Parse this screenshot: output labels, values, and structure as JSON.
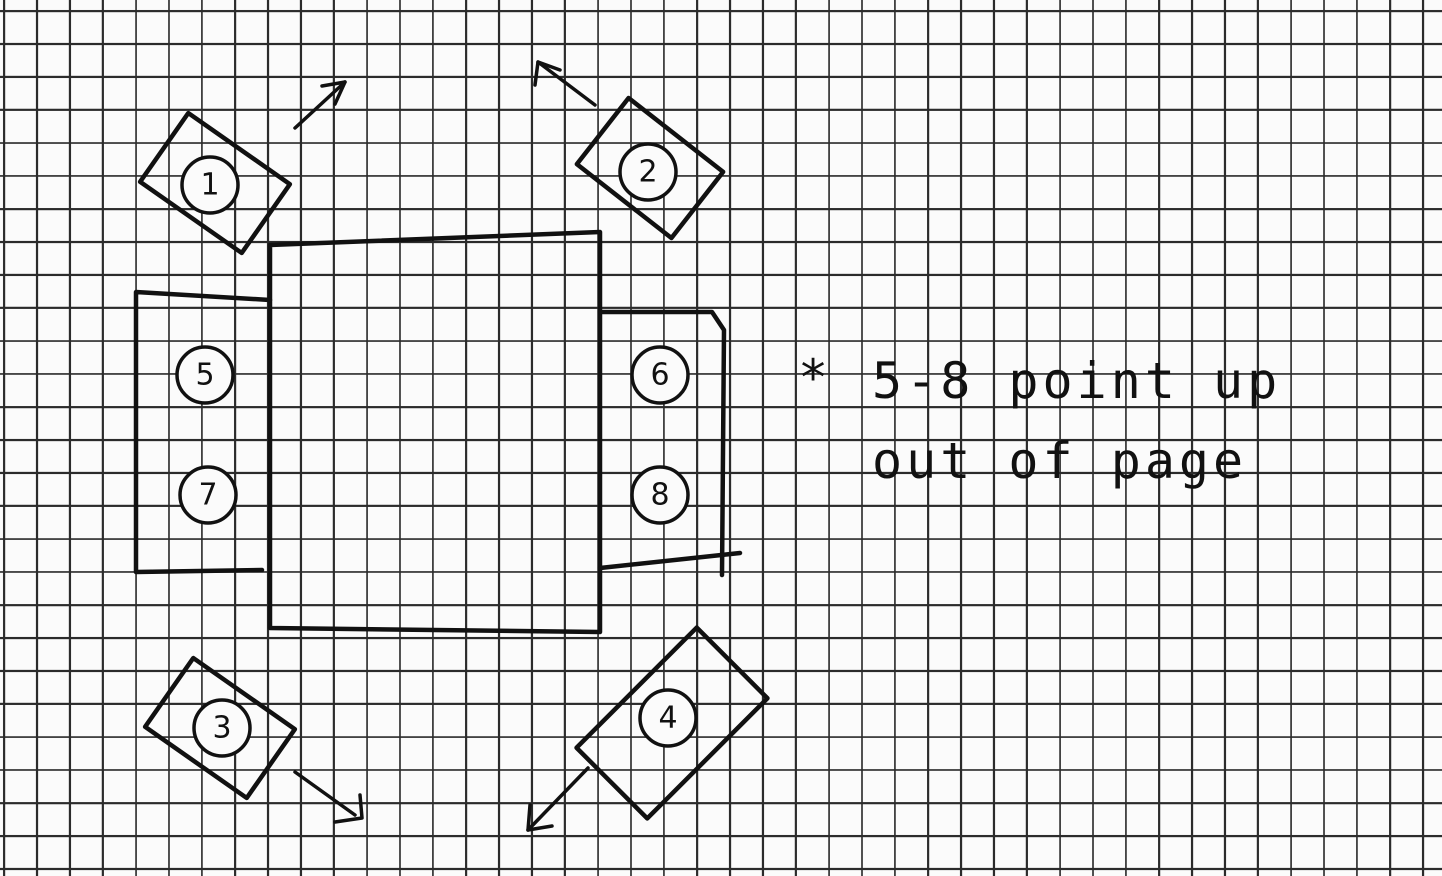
{
  "labels": {
    "wheel_1": "1",
    "wheel_2": "2",
    "wheel_3": "3",
    "wheel_4": "4",
    "wheel_5": "5",
    "wheel_6": "6",
    "wheel_7": "7",
    "wheel_8": "8"
  },
  "note": {
    "star": "*",
    "line1": "5-8 point up",
    "line2": "out of page"
  },
  "colors": {
    "paper": "#fbfbfb",
    "grid": "#2b2b2b",
    "ink": "#111111"
  }
}
